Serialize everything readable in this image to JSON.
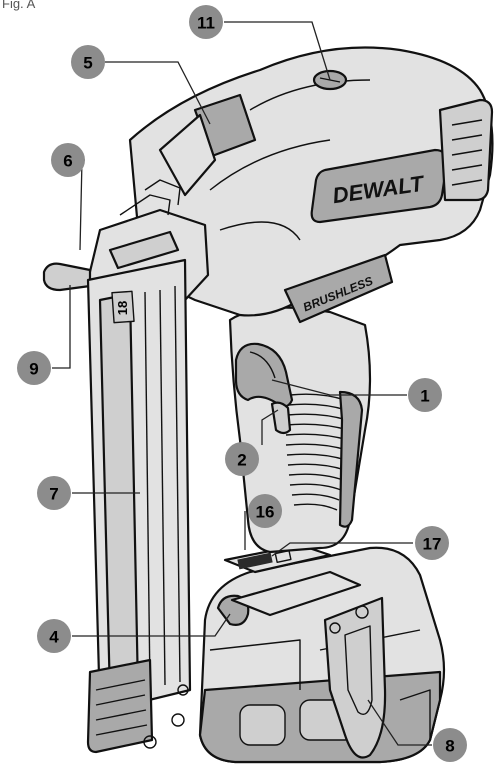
{
  "figure_label": "Fig. A",
  "brand_logo": "DEWALT",
  "motor_label": "BRUSHLESS",
  "magazine_mark": "18",
  "callouts": [
    "11",
    "5",
    "6",
    "9",
    "7",
    "1",
    "2",
    "16",
    "17",
    "4",
    "8"
  ]
}
